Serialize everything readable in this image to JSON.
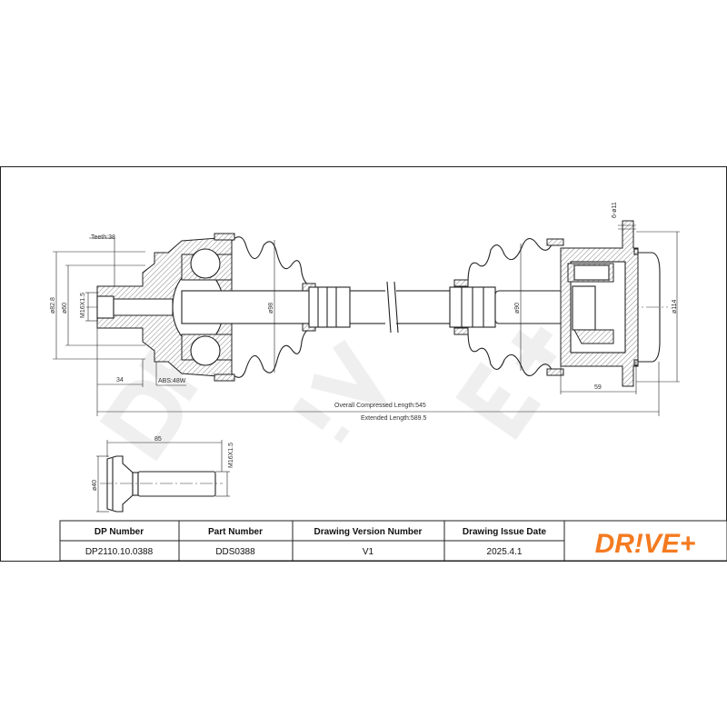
{
  "drawing": {
    "dimensions": {
      "teeth": "Teeth:38",
      "dia_82_8": "ø82.8",
      "dia_60": "ø60",
      "thread_left": "M16X1.5",
      "dia_98": "ø98",
      "dia_90": "ø90",
      "holes": "6-ø11",
      "dia_114": "ø114",
      "len_34": "34",
      "abs": "ABS:48W",
      "len_59": "59",
      "overall": "Overall Compressed Length:545",
      "extended": "Extended Length:589.5",
      "bolt_len": "85",
      "bolt_thread": "M16X1.5",
      "bolt_dia": "ø40"
    },
    "watermark": "DR!VE+"
  },
  "table": {
    "headers": [
      "DP Number",
      "Part Number",
      "Drawing Version Number",
      "Drawing Issue Date"
    ],
    "values": [
      "DP2110.10.0388",
      "DDS0388",
      "V1",
      "2025.4.1"
    ]
  },
  "logo": {
    "text": "DR!VE+",
    "color": "#f47a20"
  }
}
